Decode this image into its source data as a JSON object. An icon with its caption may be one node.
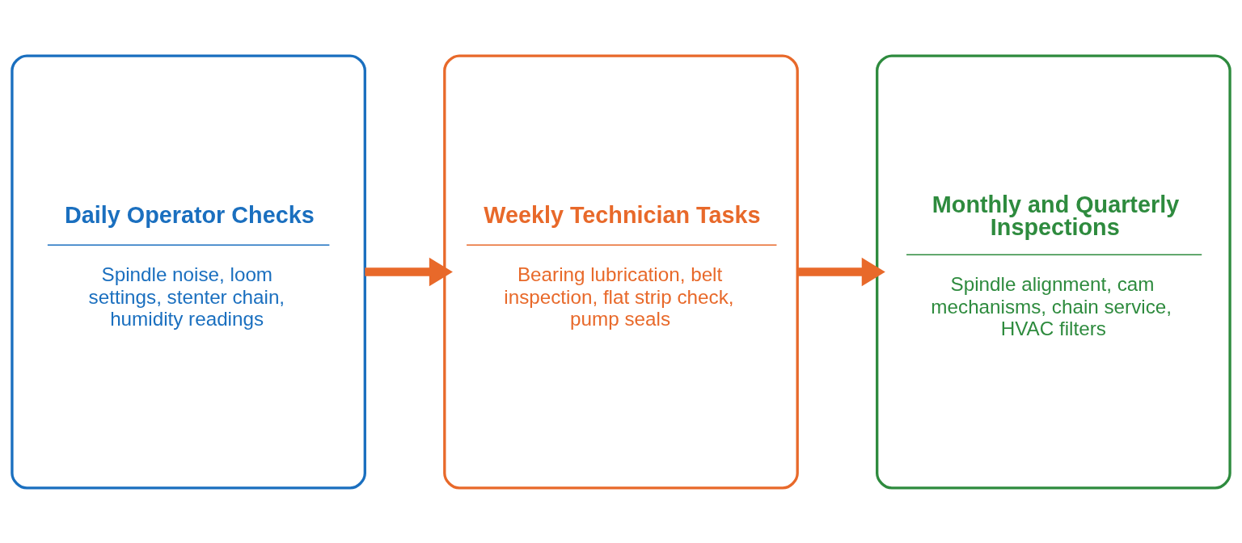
{
  "diagram": {
    "nodes": [
      {
        "text": [
          "Daily Operator Checks",
          "Spindle noise, loom settings, stenter chain, humidity readings"
        ]
      },
      {
        "text": [
          "Weekly Technician Tasks",
          "Bearing lubrication, belt inspection, flat strip check, pump seals"
        ]
      },
      {
        "text": [
          "Monthly and Quarterly Inspections",
          "Spindle alignment, cam mechanisms, chain service, HVAC filters"
        ]
      }
    ],
    "edges": [
      {
        "from": 0,
        "to": 1,
        "arrow": "to"
      },
      {
        "from": 1,
        "to": 2,
        "arrow": "to"
      }
    ]
  }
}
